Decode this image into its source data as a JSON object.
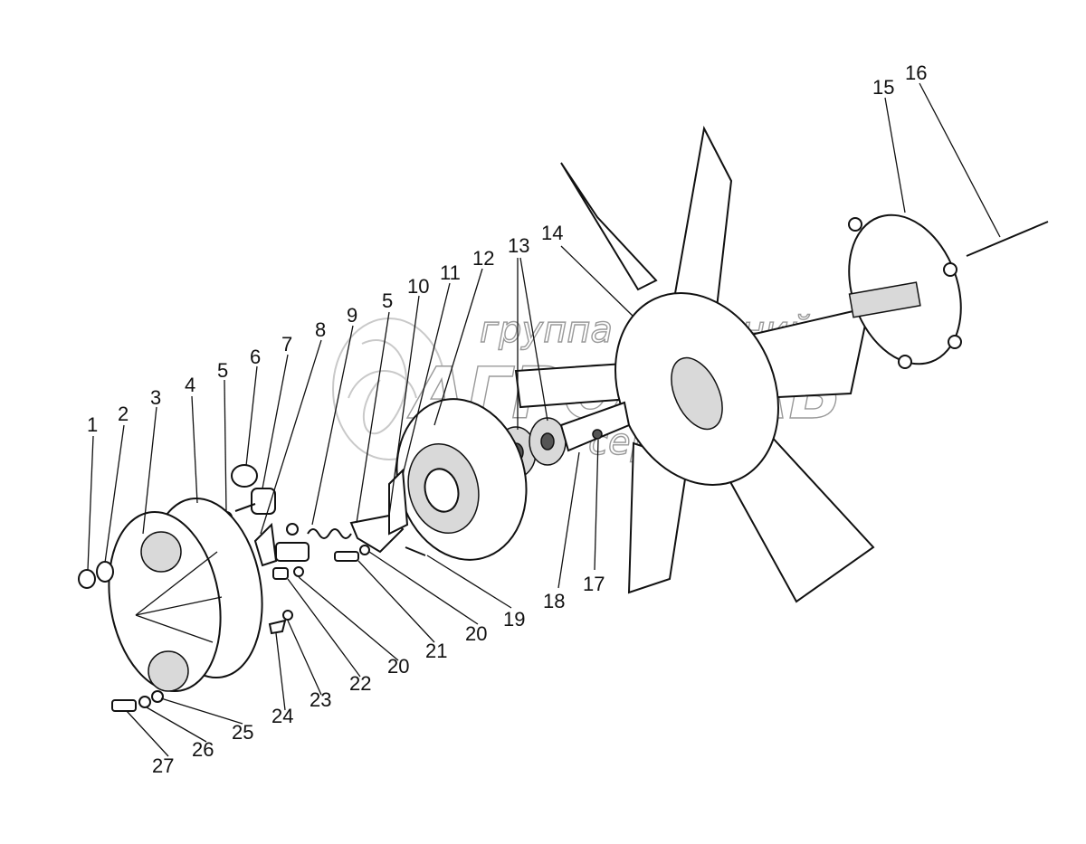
{
  "diagram": {
    "callouts": [
      {
        "id": "c1",
        "label": "1"
      },
      {
        "id": "c2",
        "label": "2"
      },
      {
        "id": "c3",
        "label": "3"
      },
      {
        "id": "c4",
        "label": "4"
      },
      {
        "id": "c5a",
        "label": "5"
      },
      {
        "id": "c6",
        "label": "6"
      },
      {
        "id": "c7",
        "label": "7"
      },
      {
        "id": "c8",
        "label": "8"
      },
      {
        "id": "c9",
        "label": "9"
      },
      {
        "id": "c5b",
        "label": "5"
      },
      {
        "id": "c10",
        "label": "10"
      },
      {
        "id": "c11",
        "label": "11"
      },
      {
        "id": "c12",
        "label": "12"
      },
      {
        "id": "c13",
        "label": "13"
      },
      {
        "id": "c14",
        "label": "14"
      },
      {
        "id": "c15",
        "label": "15"
      },
      {
        "id": "c16",
        "label": "16"
      },
      {
        "id": "c17",
        "label": "17"
      },
      {
        "id": "c18",
        "label": "18"
      },
      {
        "id": "c19",
        "label": "19"
      },
      {
        "id": "c20a",
        "label": "20"
      },
      {
        "id": "c21",
        "label": "21"
      },
      {
        "id": "c20b",
        "label": "20"
      },
      {
        "id": "c22",
        "label": "22"
      },
      {
        "id": "c23",
        "label": "23"
      },
      {
        "id": "c24",
        "label": "24"
      },
      {
        "id": "c25",
        "label": "25"
      },
      {
        "id": "c26",
        "label": "26"
      },
      {
        "id": "c27",
        "label": "27"
      }
    ]
  },
  "watermark": {
    "line1": "группа компаний",
    "line2": "АГРОСНАБ",
    "line3": "сервис"
  }
}
